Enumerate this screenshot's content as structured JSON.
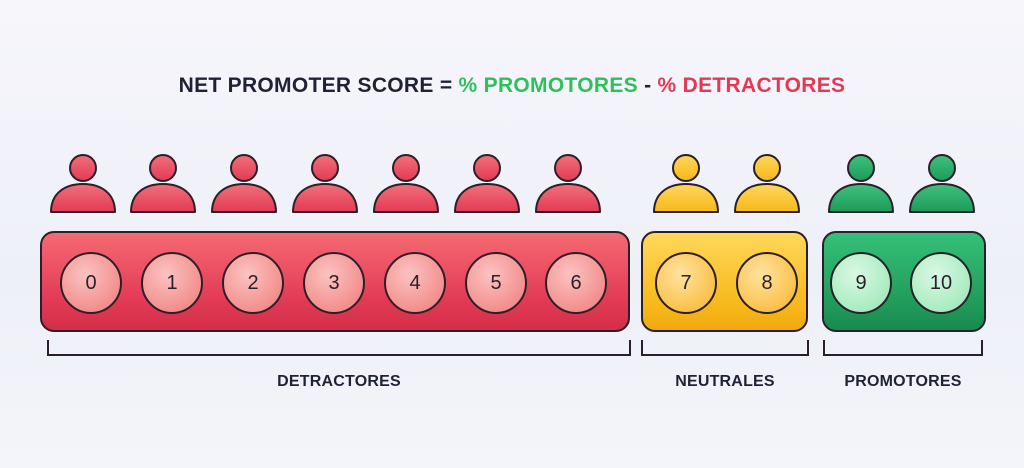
{
  "formula": {
    "prefix": "NET PROMOTER SCORE = ",
    "promoters": "% PROMOTORES",
    "minus": " - ",
    "detractors": "% DETRACTORES"
  },
  "colors": {
    "detractor": "#e23a55",
    "neutral": "#f7b81a",
    "promoter": "#1f9a59",
    "outline": "#2a1f2a"
  },
  "groups": [
    {
      "label": "DETRACTORES",
      "scores": [
        "0",
        "1",
        "2",
        "3",
        "4",
        "5",
        "6"
      ]
    },
    {
      "label": "NEUTRALES",
      "scores": [
        "7",
        "8"
      ]
    },
    {
      "label": "PROMOTORES",
      "scores": [
        "9",
        "10"
      ]
    }
  ],
  "person_icon": "user-icon"
}
